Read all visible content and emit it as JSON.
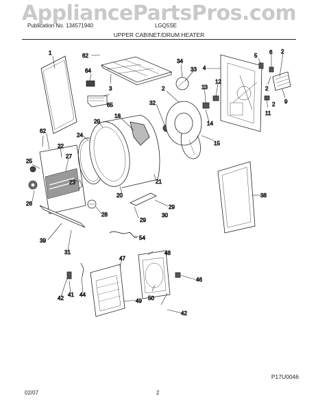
{
  "watermark": "AppliancePartsPros.com",
  "header": {
    "left_label": "Publication No. 134571940",
    "mid_label": "LGQ5SE",
    "title": "UPPER CABINET/DRUM HEATER"
  },
  "callouts": {
    "c1": "1",
    "c2a": "2",
    "c2b": "2",
    "c2c": "2",
    "c2d": "2",
    "c3": "3",
    "c4": "4",
    "c5": "5",
    "c6": "6",
    "c9": "9",
    "c11": "11",
    "c12": "12",
    "c13": "13",
    "c14": "14",
    "c15": "15",
    "c18": "18",
    "c20a": "20",
    "c20b": "20",
    "c21": "21",
    "c22": "22",
    "c23": "23",
    "c24": "24",
    "c25": "25",
    "c26": "26",
    "c27": "27",
    "c28": "28",
    "c29a": "29",
    "c29b": "29",
    "c30": "30",
    "c31": "31",
    "c32": "32",
    "c33": "33",
    "c34": "34",
    "c38": "38",
    "c39": "39",
    "c41": "41",
    "c42a": "42",
    "c42b": "42",
    "c44": "44",
    "c46": "46",
    "c47": "47",
    "c48": "48",
    "c49": "49",
    "c50": "50",
    "c54": "54",
    "c62a": "62",
    "c62b": "62",
    "c64": "64",
    "c65": "65"
  },
  "footer": {
    "date": "02/07",
    "page": "2",
    "code": "P17U0046"
  }
}
